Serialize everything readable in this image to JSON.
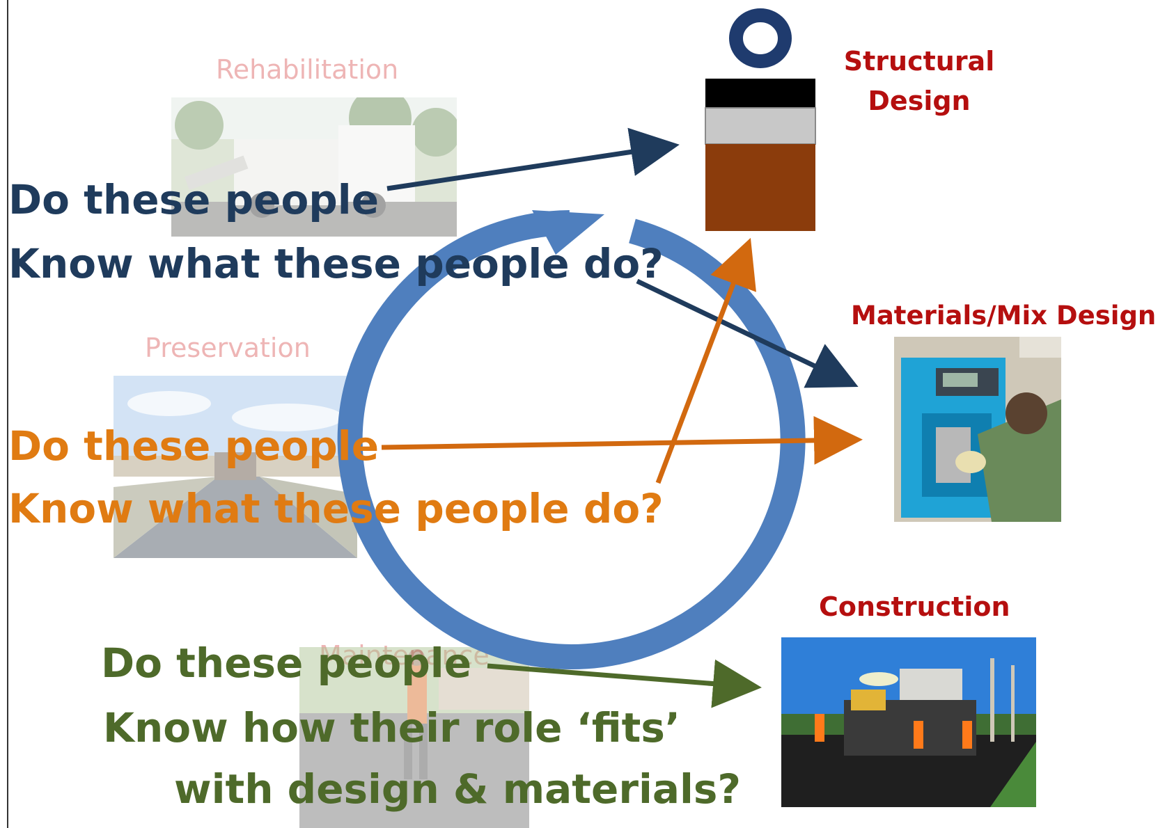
{
  "categories": {
    "rehabilitation": "Rehabilitation",
    "preservation": "Preservation",
    "maintenance": "Maintenance"
  },
  "roles": {
    "structural_design_line1": "Structural",
    "structural_design_line2": "Design",
    "materials": "Materials/Mix Design",
    "construction": "Construction"
  },
  "questions": {
    "rehab_line1": "Do these people",
    "rehab_line2": "Know what these people do?",
    "pres_line1": "Do these people",
    "pres_line2": "Know what these people do?",
    "maint_line1": "Do these people",
    "maint_line2": "Know how their role ‘fits’",
    "maint_line3": "with design & materials?"
  },
  "colors": {
    "navy": "#1f3b5c",
    "orange": "#d2690f",
    "green": "#4e6a2a",
    "cycle_blue": "#4f7fbe",
    "label_red": "#b50f0f",
    "faded_label": "#eeb5b5"
  },
  "icons": {
    "pavement": "pavement-layers-icon"
  }
}
